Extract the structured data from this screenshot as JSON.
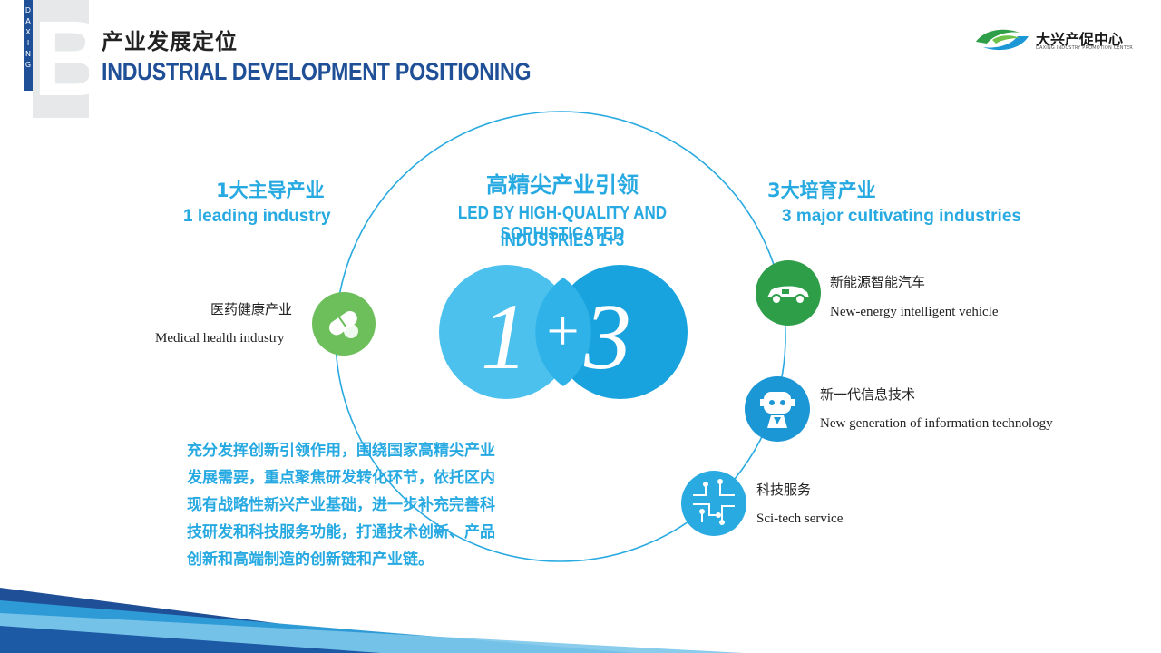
{
  "header": {
    "vertical_text": "DAXING",
    "section_letter": "B",
    "title_cn": "产业发展定位",
    "title_en": "INDUSTRIAL DEVELOPMENT POSITIONING"
  },
  "logo": {
    "name_cn": "大兴产促中心",
    "name_en": "DAXING INDUSTRY PROMOTION CENTER"
  },
  "left": {
    "heading_cn": "1大主导产业",
    "heading_en": "1 leading industry",
    "items": [
      {
        "cn": "医药健康产业",
        "en": "Medical health industry",
        "icon": "pill-icon"
      }
    ]
  },
  "center": {
    "heading_cn": "高精尖产业引领",
    "heading_en_line1": "LED BY HIGH-QUALITY AND SOPHISTICATED",
    "heading_en_line2": "INDUSTRIES 1+3",
    "badge_left": "1",
    "badge_plus": "+",
    "badge_right": "3"
  },
  "right": {
    "heading_cn": "3大培育产业",
    "heading_en": "3 major cultivating industries",
    "items": [
      {
        "cn": "新能源智能汽车",
        "en": "New-energy intelligent vehicle",
        "icon": "electric-car-icon"
      },
      {
        "cn": "新一代信息技术",
        "en": "New generation of information technology",
        "icon": "robot-icon"
      },
      {
        "cn": "科技服务",
        "en": "Sci-tech service",
        "icon": "circuit-icon"
      }
    ]
  },
  "paragraph": {
    "lines": [
      "充分发挥创新引领作用，围绕国家高精尖产业",
      "发展需要，重点聚焦研发转化环节，依托区内",
      "现有战略性新兴产业基础，进一步补充完善科",
      "技研发和科技服务功能，打通技术创新、产品",
      "创新和高端制造的创新链和产业链。"
    ]
  },
  "colors": {
    "brand_blue": "#1f4f96",
    "accent_cyan": "#27a9e1",
    "green": "#2e9e48",
    "light_green": "#6cc24a",
    "circle_blue": "#1b97d5"
  }
}
